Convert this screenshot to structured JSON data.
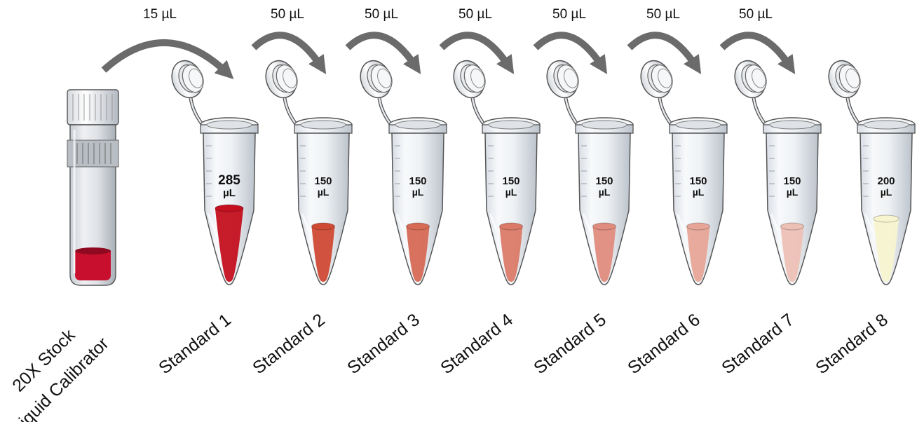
{
  "stock": {
    "label_line1": "20X Stock",
    "label_line2": "Liquid Calibrator",
    "liquid_color": "#c8102e"
  },
  "transfers": [
    "15 µL",
    "50 µL",
    "50 µL",
    "50 µL",
    "50 µL",
    "50 µL",
    "50 µL"
  ],
  "tubes": [
    {
      "label": "Standard 1",
      "volume": "285",
      "unit": "µL",
      "liquid_color": "#c4101f",
      "fill_level": "large"
    },
    {
      "label": "Standard 2",
      "volume": "150",
      "unit": "µL",
      "liquid_color": "#cf4a35",
      "fill_level": "small"
    },
    {
      "label": "Standard 3",
      "volume": "150",
      "unit": "µL",
      "liquid_color": "#d66a55",
      "fill_level": "small"
    },
    {
      "label": "Standard 4",
      "volume": "150",
      "unit": "µL",
      "liquid_color": "#db7a68",
      "fill_level": "small"
    },
    {
      "label": "Standard 5",
      "volume": "150",
      "unit": "µL",
      "liquid_color": "#e08c7e",
      "fill_level": "small"
    },
    {
      "label": "Standard 6",
      "volume": "150",
      "unit": "µL",
      "liquid_color": "#e6a597",
      "fill_level": "small"
    },
    {
      "label": "Standard 7",
      "volume": "150",
      "unit": "µL",
      "liquid_color": "#edc0b5",
      "fill_level": "small"
    },
    {
      "label": "Standard 8",
      "volume": "200",
      "unit": "µL",
      "liquid_color": "#f7f4cf",
      "fill_level": "medium"
    }
  ]
}
